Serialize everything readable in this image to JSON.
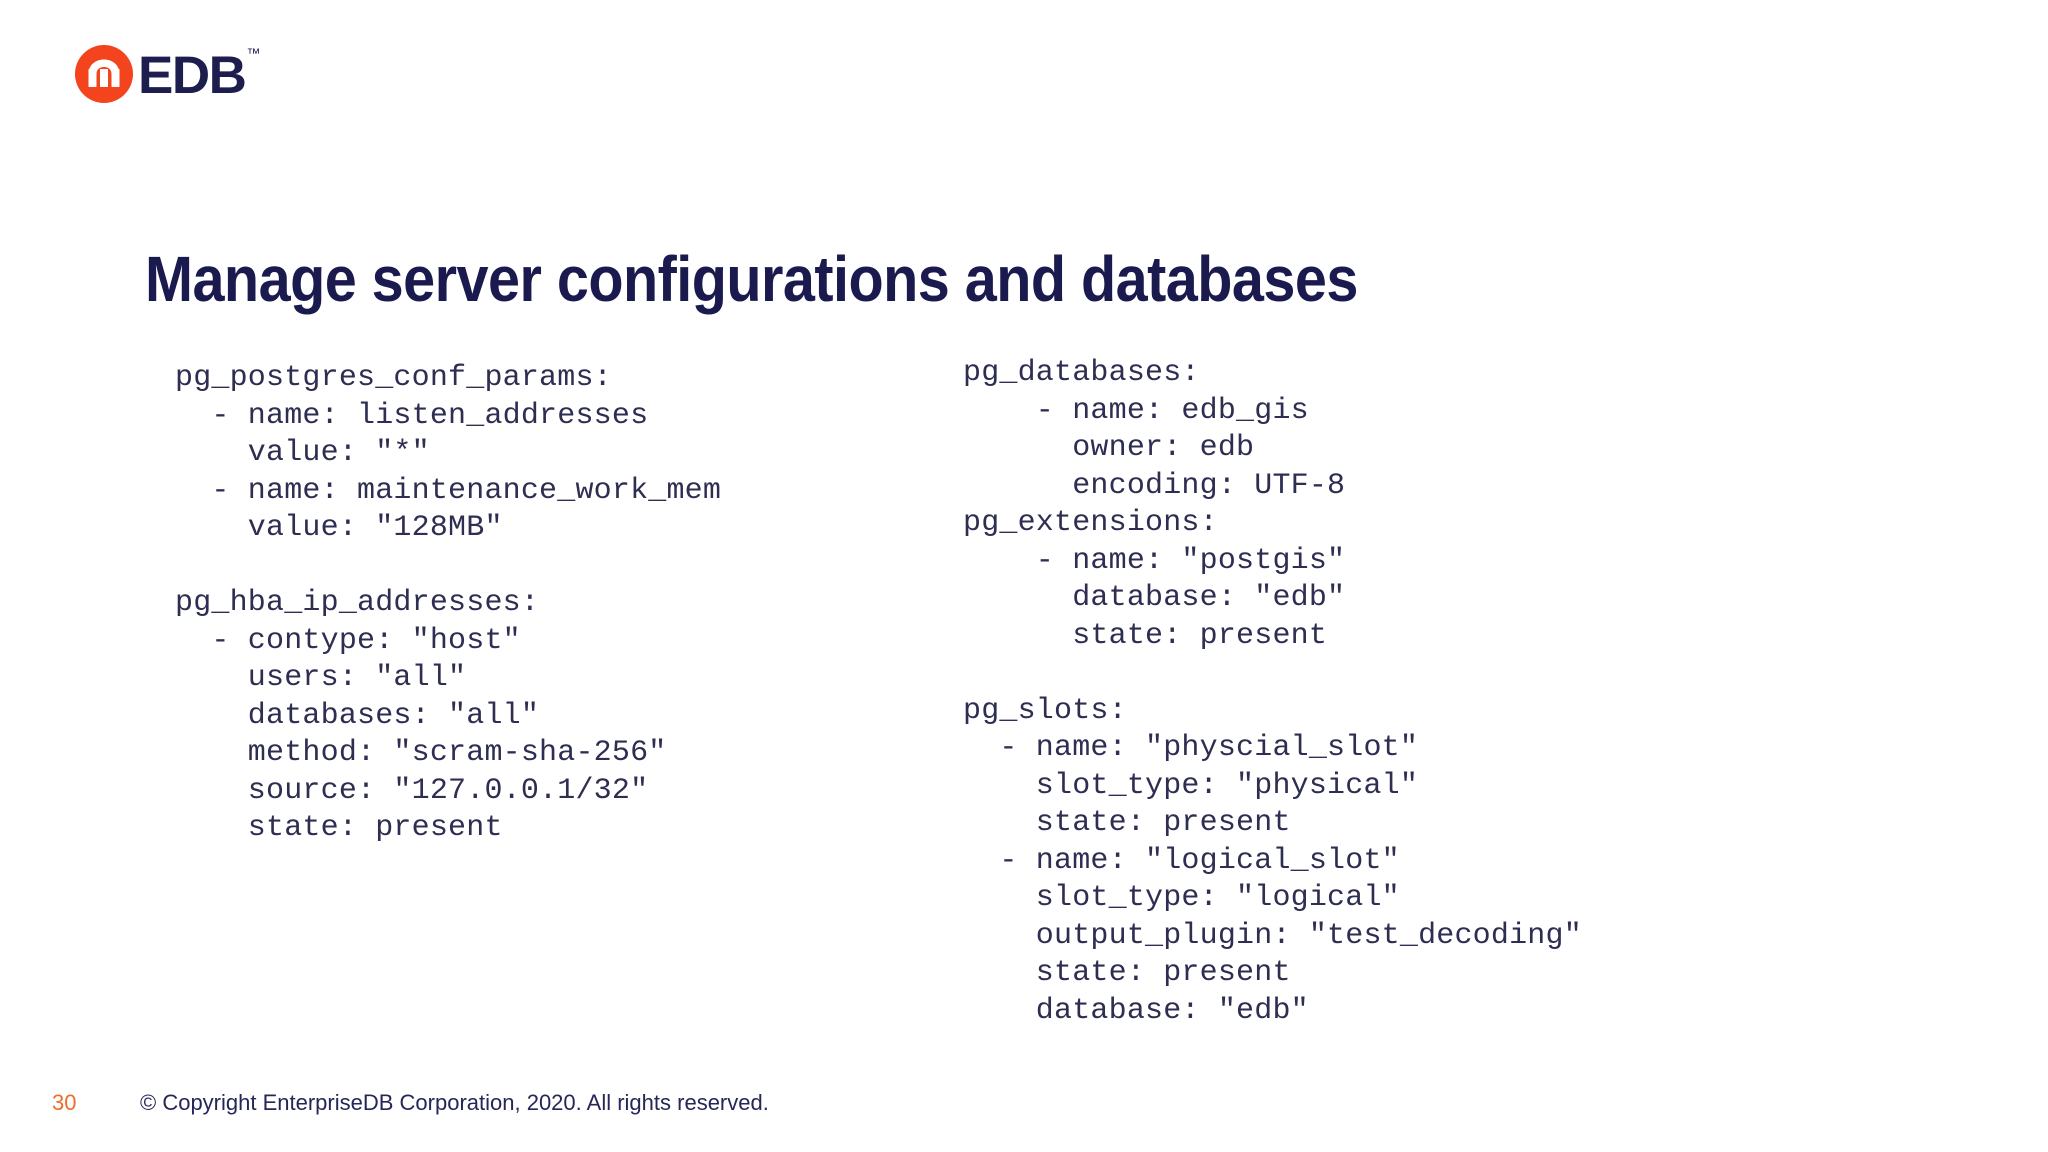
{
  "brand": {
    "logo_icon": "edb-elephant-logo-icon",
    "wordmark": "EDB",
    "trademark": "™",
    "logo_orange": "#F4441E",
    "navy": "#1D1D4E"
  },
  "title": "Manage server configurations and databases",
  "code_left": {
    "name": "pg-configuration-yaml",
    "lines": [
      "pg_postgres_conf_params:",
      "  - name: listen_addresses",
      "    value: \"*\"",
      "  - name: maintenance_work_mem",
      "    value: \"128MB\"",
      "",
      "pg_hba_ip_addresses:",
      "  - contype: \"host\"",
      "    users: \"all\"",
      "    databases: \"all\"",
      "    method: \"scram-sha-256\"",
      "    source: \"127.0.0.1/32\"",
      "    state: present"
    ]
  },
  "code_right": {
    "name": "pg-databases-slots-yaml",
    "lines": [
      "pg_databases:",
      "    - name: edb_gis",
      "      owner: edb",
      "      encoding: UTF-8",
      "pg_extensions:",
      "    - name: \"postgis\"",
      "      database: \"edb\"",
      "      state: present",
      "",
      "pg_slots:",
      "  - name: \"physcial_slot\"",
      "    slot_type: \"physical\"",
      "    state: present",
      "  - name: \"logical_slot\"",
      "    slot_type: \"logical\"",
      "    output_plugin: \"test_decoding\"",
      "    state: present",
      "    database: \"edb\""
    ]
  },
  "footer": {
    "page_number": "30",
    "copyright": "© Copyright EnterpriseDB Corporation, 2020. All rights reserved.",
    "page_number_color": "#EF6C2B",
    "copyright_color": "#262657"
  }
}
